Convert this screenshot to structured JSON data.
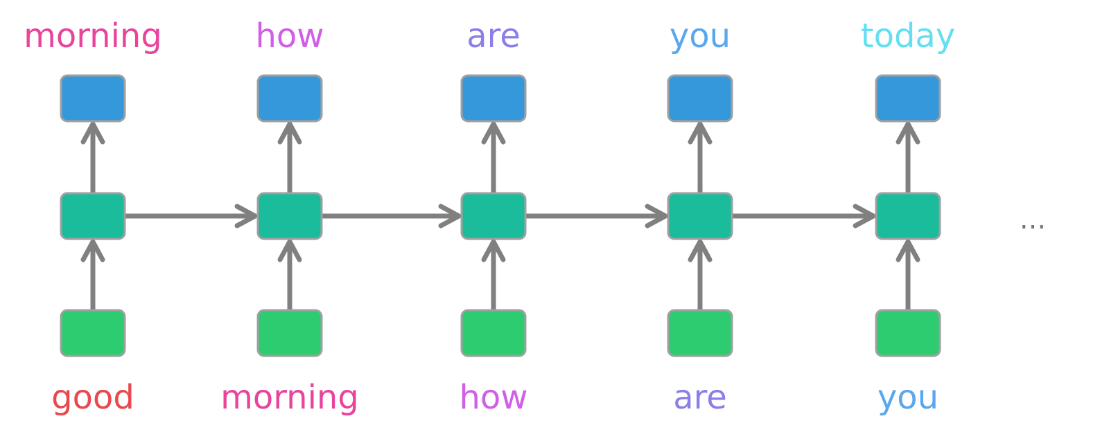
{
  "outputs": [
    {
      "word": "morning",
      "color": "#e8449c"
    },
    {
      "word": "how",
      "color": "#d05ee6"
    },
    {
      "word": "are",
      "color": "#8a7fe8"
    },
    {
      "word": "you",
      "color": "#5aa7ee"
    },
    {
      "word": "today",
      "color": "#63dff0"
    }
  ],
  "inputs": [
    {
      "word": "good",
      "color": "#e8484e"
    },
    {
      "word": "morning",
      "color": "#e8449c"
    },
    {
      "word": "how",
      "color": "#d05ee6"
    },
    {
      "word": "are",
      "color": "#8a7fe8"
    },
    {
      "word": "you",
      "color": "#5aa7ee"
    }
  ],
  "ellipsis": "...",
  "colors": {
    "output_box": "#3498db",
    "hidden_box": "#1abc9c",
    "input_box": "#2ecc71",
    "box_border": "#a0a0a0",
    "arrow": "#808080"
  },
  "icons": {
    "output_box": "rounded-square",
    "hidden_box": "rounded-square",
    "input_box": "rounded-square",
    "arrow": "chevron-arrow"
  }
}
